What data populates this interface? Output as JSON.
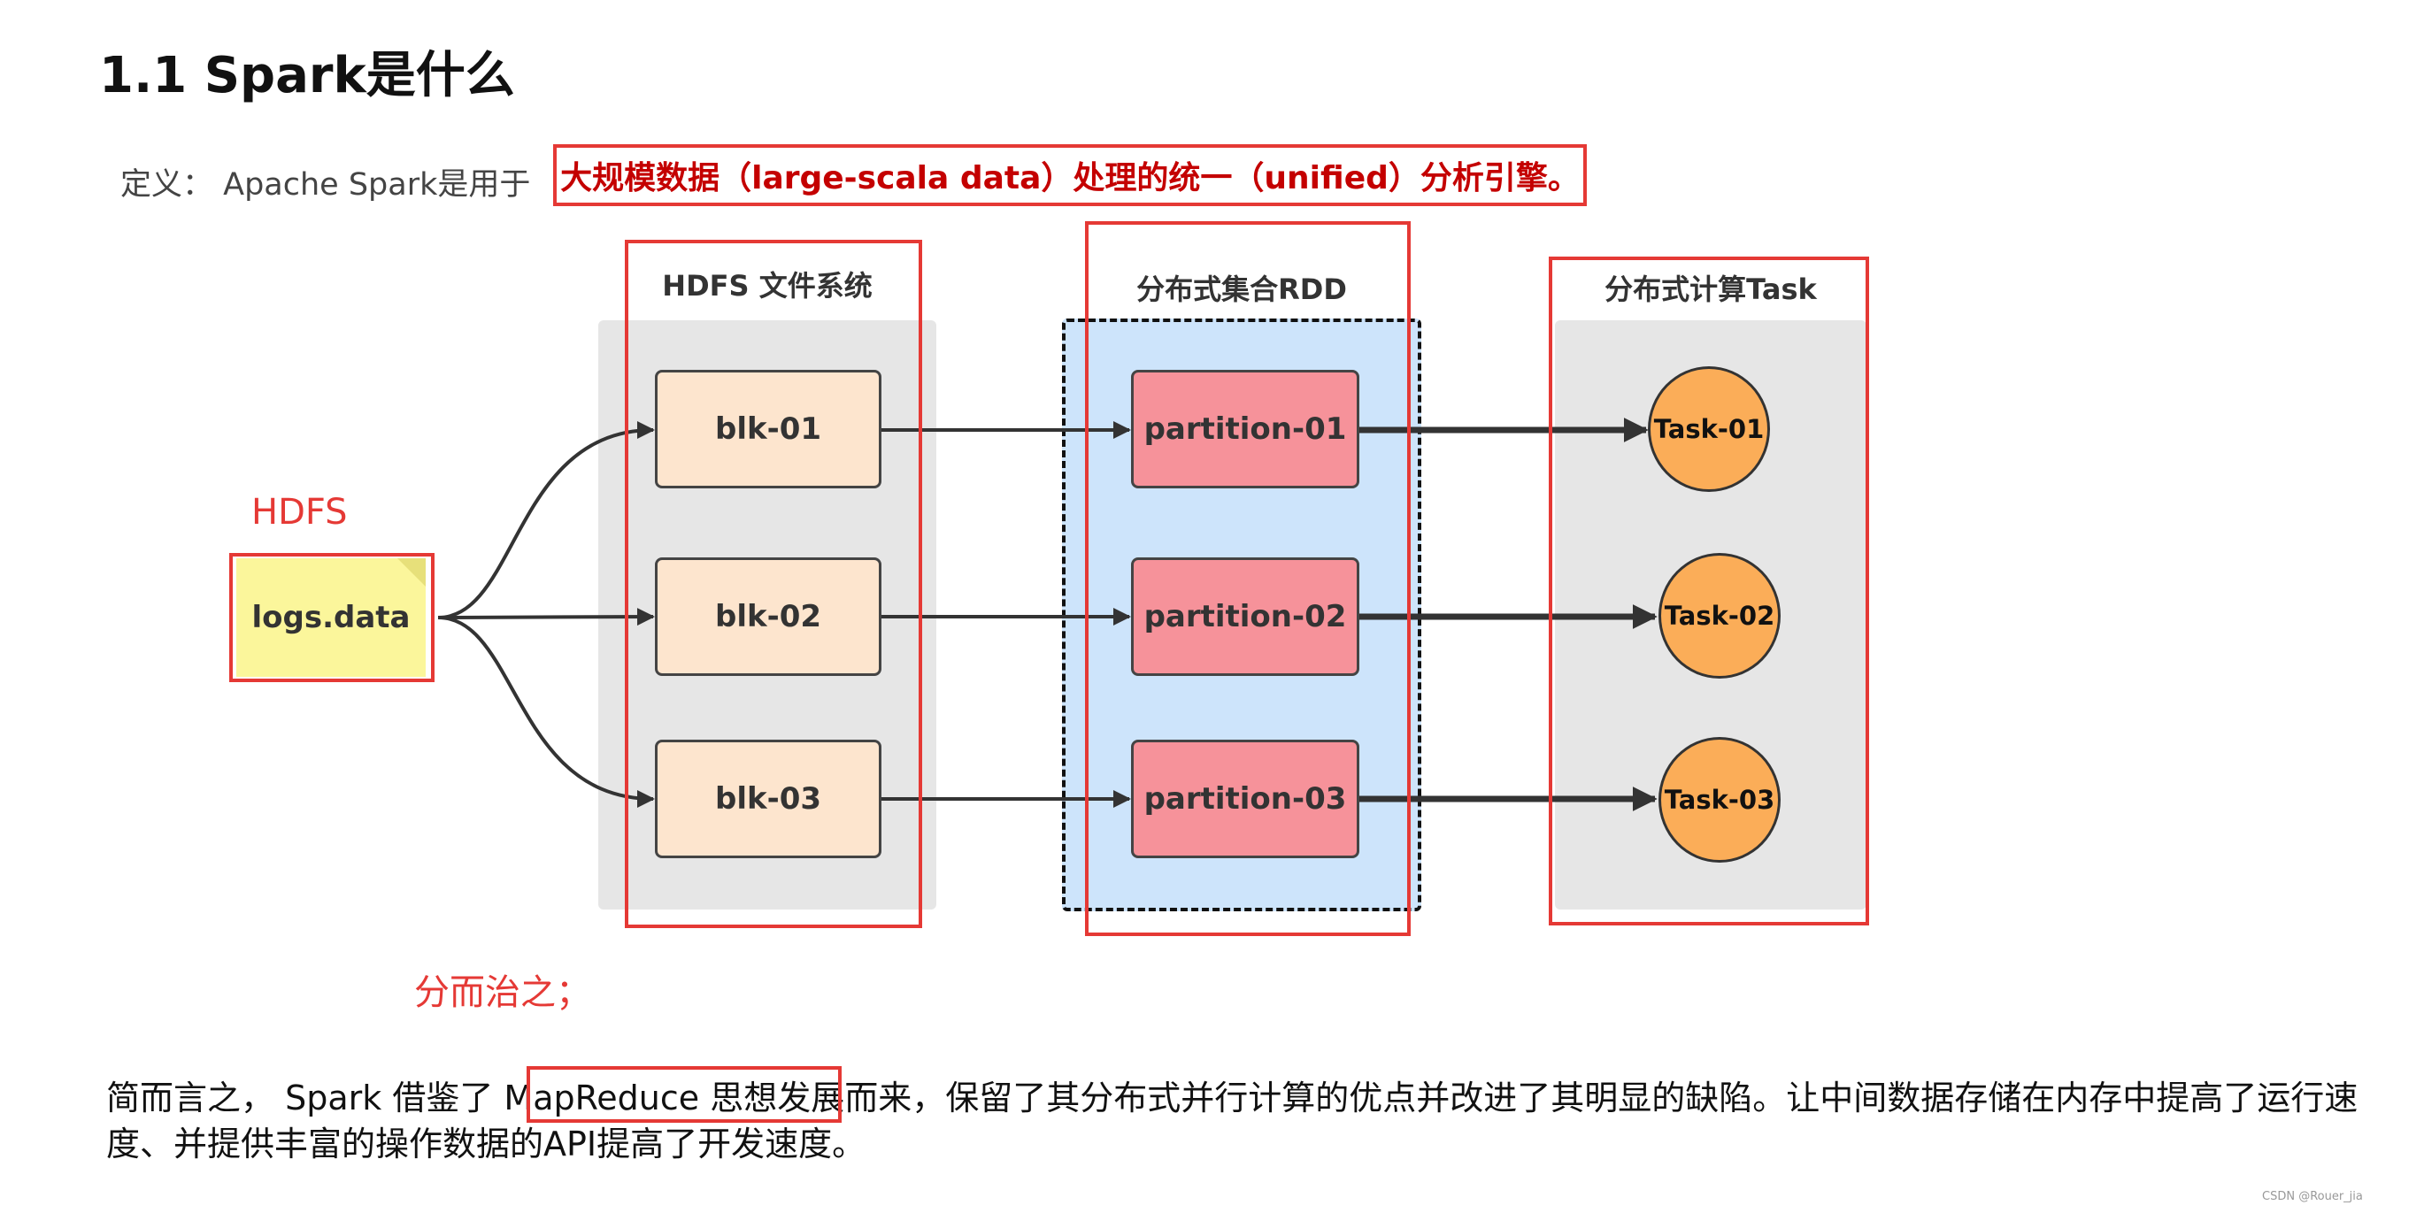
{
  "heading": "1.1 Spark是什么",
  "definition": {
    "prefix": "定义：  Apache Spark是用于",
    "highlight": "大规模数据（large-scala data）处理的统一（unified）分析引擎。"
  },
  "diagram": {
    "source": {
      "file_label": "logs.data",
      "storage_label": "HDFS"
    },
    "hdfs_column": {
      "title": "HDFS 文件系统",
      "blocks": [
        "blk-01",
        "blk-02",
        "blk-03"
      ]
    },
    "rdd_column": {
      "title": "分布式集合RDD",
      "partitions": [
        "partition-01",
        "partition-02",
        "partition-03"
      ]
    },
    "task_column": {
      "title": "分布式计算Task",
      "tasks": [
        "Task-01",
        "Task-02",
        "Task-03"
      ]
    },
    "divide_note": "分而治之；"
  },
  "summary": {
    "part1": "简而言之，  Spark 借鉴了 ",
    "mapreduce": "MapReduce 思想",
    "part2": "发展而来，保留了其分布式并行计算的优点并改进了其明显的缺陷。让中间数据存储在内存中提高了运行速度、并提供丰富的操作数据的API提高了开发速度。"
  },
  "credit": "CSDN @Rouer_jia",
  "colors": {
    "annotation_red": "#e53935",
    "block_fill": "#fde5ce",
    "partition_fill": "#f6929a",
    "task_fill": "#fbad58",
    "rdd_zone_fill": "#cde4fb",
    "note_fill": "#fbf69b"
  }
}
